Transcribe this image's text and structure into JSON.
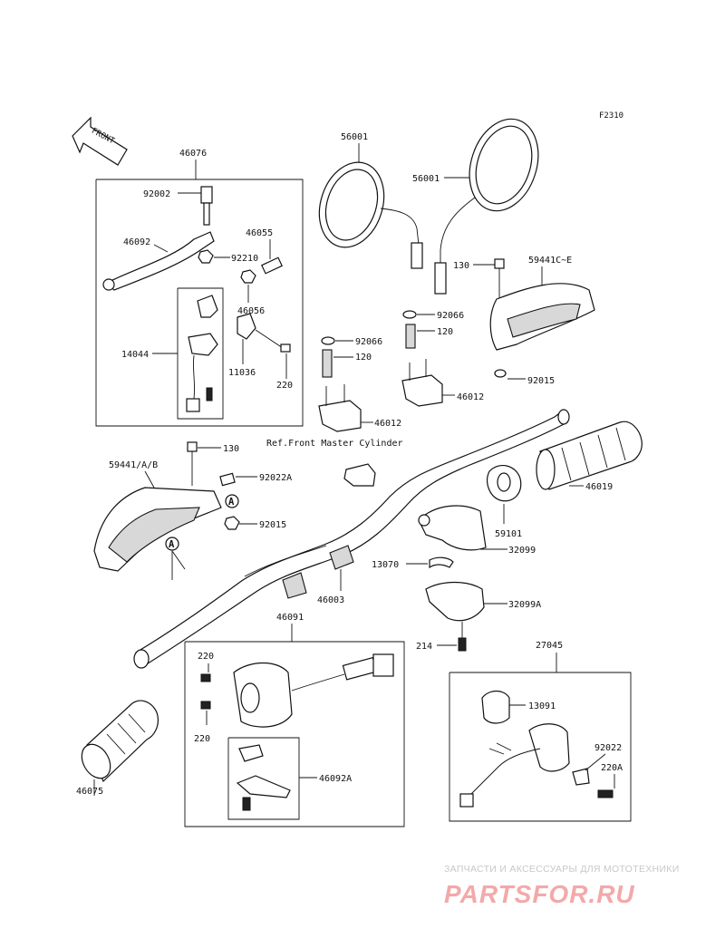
{
  "figure_code": "F2310",
  "front_arrow": "FRONT",
  "reference_note": "Ref.Front Master Cylinder",
  "callout_a": "A",
  "parts": {
    "p46076": "46076",
    "p92002": "92002",
    "p46092": "46092",
    "p46055": "46055",
    "p92210": "92210",
    "p46056": "46056",
    "p14044": "14044",
    "p11036": "11036",
    "p220_left": "220",
    "p56001_left": "56001",
    "p56001_right": "56001",
    "p130_right": "130",
    "p59441_ce": "59441C~E",
    "p92066_right": "92066",
    "p120_right": "120",
    "p92066_left": "92066",
    "p120_left": "120",
    "p92015_right": "92015",
    "p46012_right": "46012",
    "p46012_left": "46012",
    "p130_left": "130",
    "p59441_ab": "59441/A/B",
    "p92022a": "92022A",
    "p92015_left": "92015",
    "p46019": "46019",
    "p59101": "59101",
    "p32099": "32099",
    "p13070": "13070",
    "p32099a": "32099A",
    "p46003": "46003",
    "p214": "214",
    "p46091": "46091",
    "p220_sw1": "220",
    "p220_sw2": "220",
    "p46092a": "46092A",
    "p27045": "27045",
    "p13091": "13091",
    "p92022": "92022",
    "p220a": "220A",
    "p46075": "46075"
  },
  "watermark": {
    "tagline": "ЗАПЧАСТИ И АКСЕССУАРЫ ДЛЯ МОТОТЕХНИКИ",
    "brand": "PARTSFOR.RU"
  }
}
